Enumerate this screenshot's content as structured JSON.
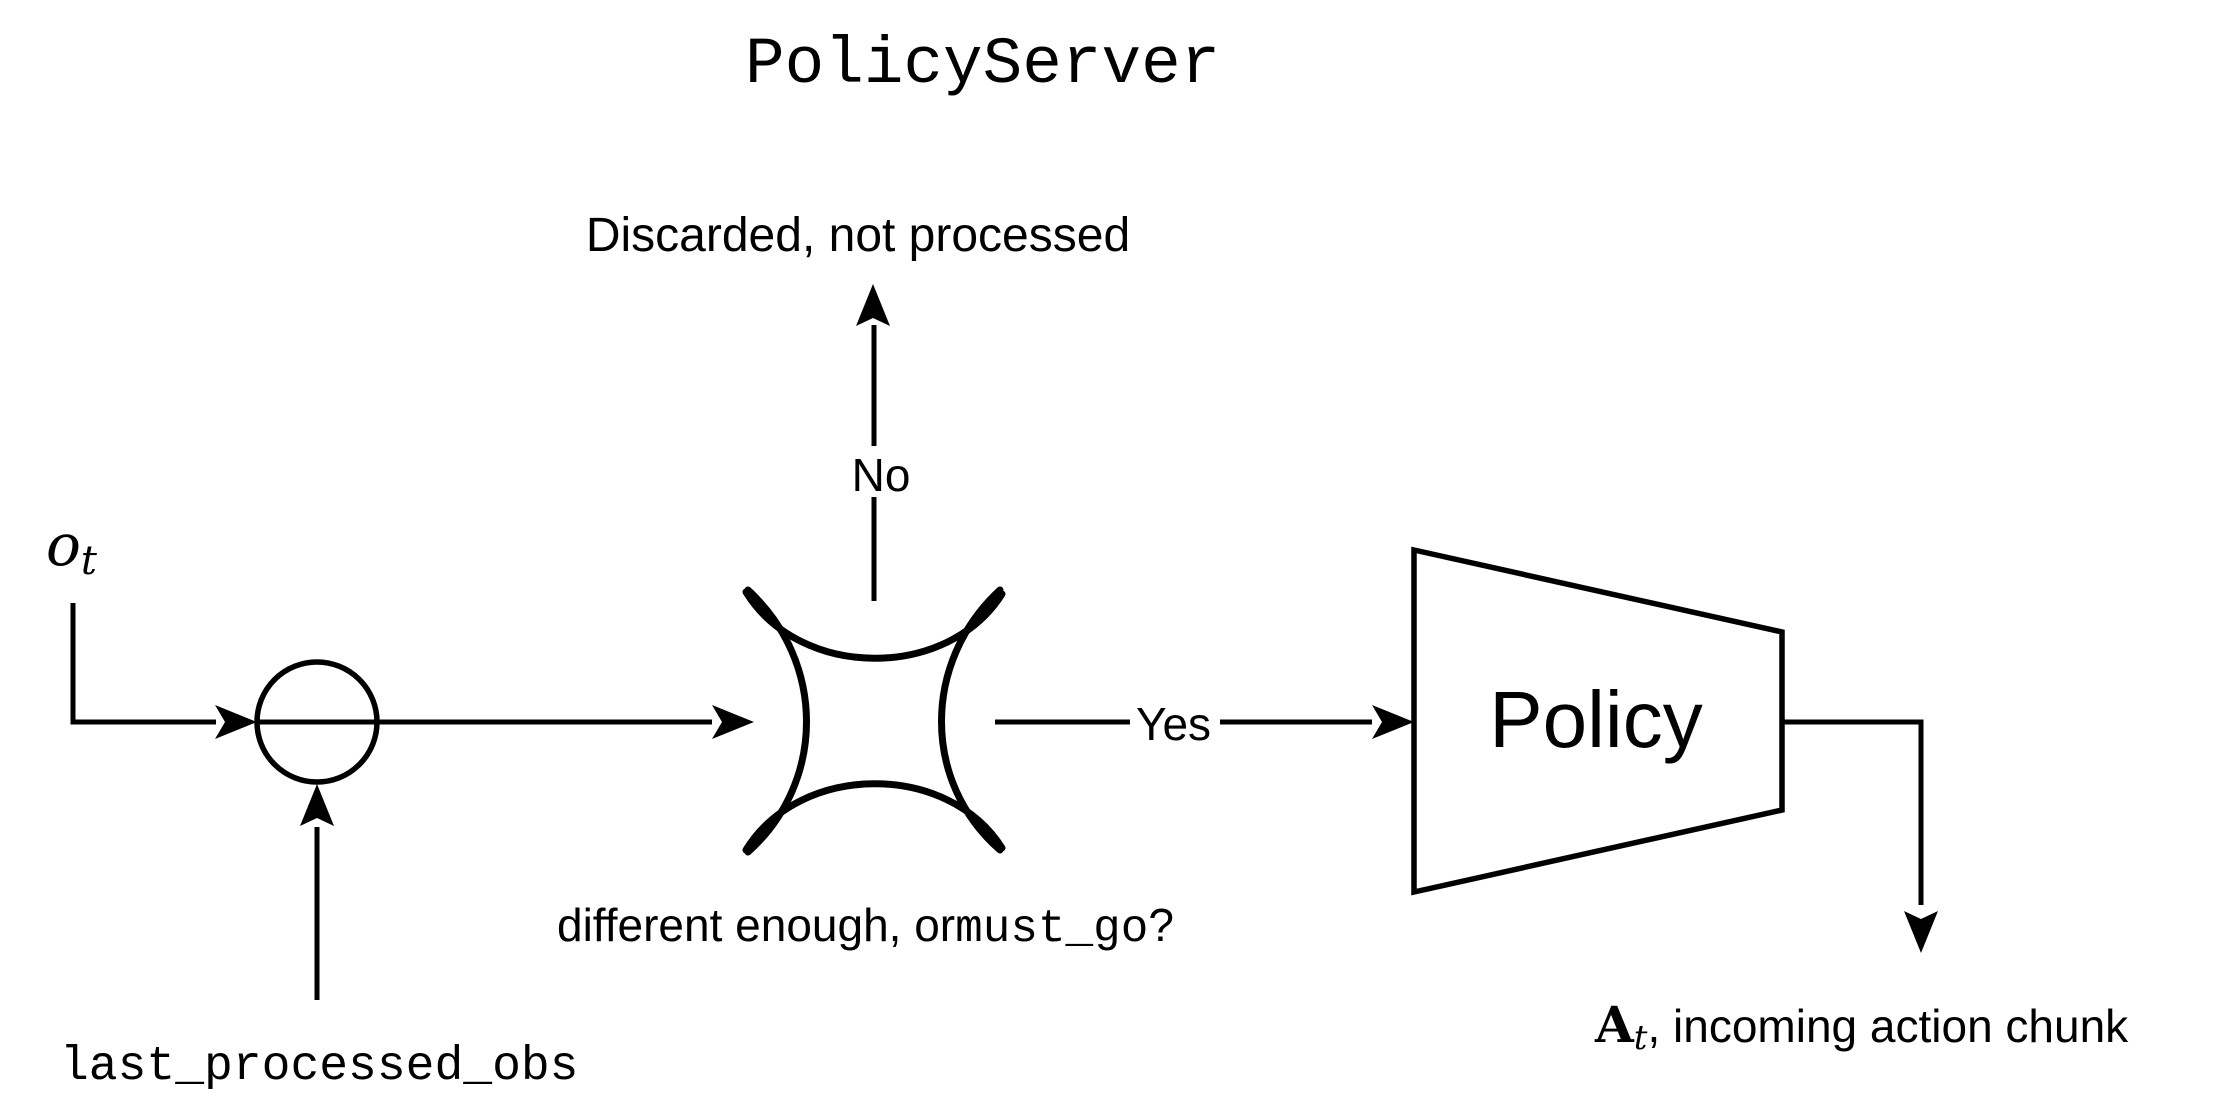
{
  "title": "PolicyServer",
  "labels": {
    "discarded": "Discarded, not processed",
    "no": "No",
    "yes": "Yes",
    "policy": "Policy",
    "obs_symbol": "o",
    "obs_subscript": "t",
    "condition_text": "different enough, or ",
    "condition_code": "must_go",
    "condition_question": "?",
    "last_processed": "last_processed_obs",
    "action_symbol": "A",
    "action_subscript": "t",
    "action_rest": ", incoming action chunk"
  },
  "colors": {
    "ink": "#000000",
    "background": "#ffffff"
  }
}
